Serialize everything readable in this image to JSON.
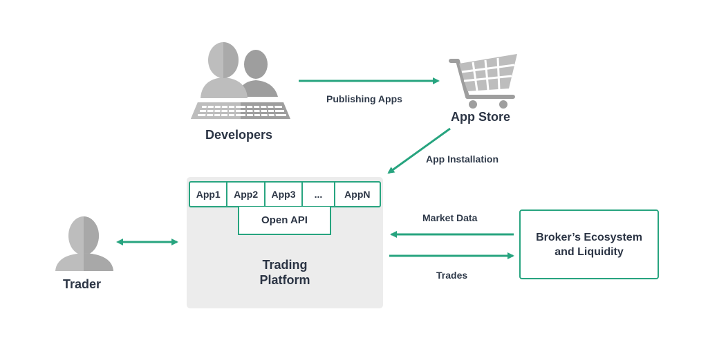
{
  "nodes": {
    "developers": "Developers",
    "app_store": "App Store",
    "trader": "Trader",
    "open_api": "Open API",
    "platform_line1": "Trading",
    "platform_line2": "Platform",
    "broker_line1": "Broker’s Ecosystem",
    "broker_line2": "and Liquidity"
  },
  "apps": [
    "App1",
    "App2",
    "App3",
    "...",
    "AppN"
  ],
  "edges": {
    "publishing": "Publishing Apps",
    "installation": "App Installation",
    "market_data": "Market Data",
    "trades": "Trades"
  },
  "icons": {
    "developers": "developers-icon",
    "app_store": "shopping-cart-icon",
    "trader": "person-icon"
  },
  "colors": {
    "accent": "#27a47f",
    "icon_light": "#bdbdbd",
    "icon_dark": "#9e9e9e",
    "platform_bg": "#ececec",
    "text": "#2b3444"
  }
}
